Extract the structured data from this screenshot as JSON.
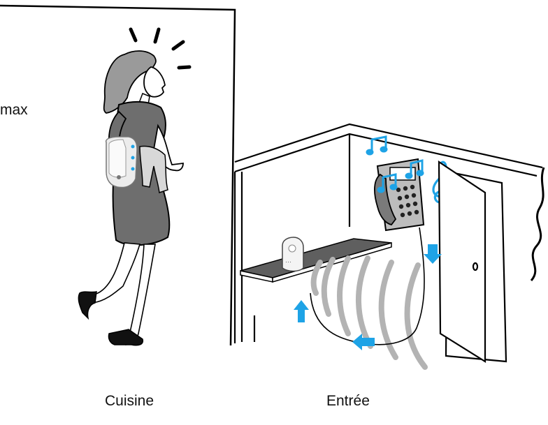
{
  "text": {
    "distance_fragment": "max",
    "room_left": "Cuisine",
    "room_right": "Entrée"
  },
  "colors": {
    "line": "#000000",
    "accent_blue": "#1ea3e6",
    "wave_gray": "#b3b3b3",
    "dress_gray": "#6e6e6e",
    "hair_gray": "#9a9a9a",
    "shelf_gray": "#5f5f5f"
  },
  "icons": [
    "music-note-icon",
    "treble-clef-icon",
    "sound-wave-icon",
    "arrow-icon",
    "alert-lines-icon"
  ]
}
